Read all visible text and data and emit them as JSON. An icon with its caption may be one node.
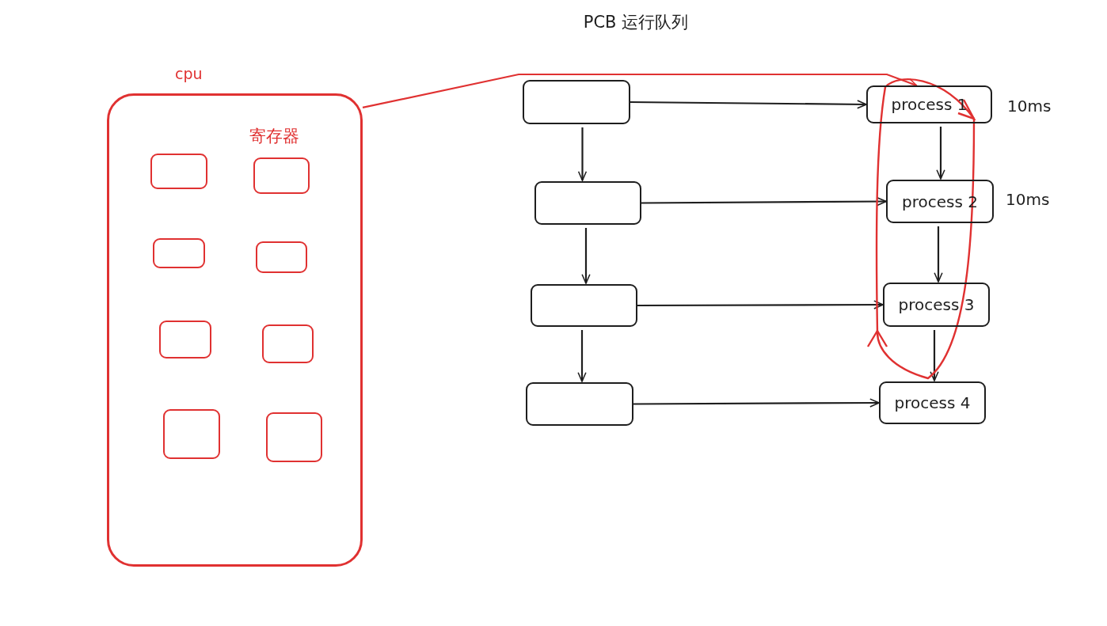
{
  "diagram": {
    "title": "PCB 运行队列",
    "nodes": [
      {
        "text": [
          "cpu"
        ]
      },
      {
        "text": [],
        "shape": "box",
        "in": 0
      },
      {
        "text": [],
        "shape": "box",
        "in": 0
      },
      {
        "text": [],
        "shape": "box",
        "in": 0
      },
      {
        "text": [],
        "shape": "box",
        "in": 0
      },
      {
        "text": [],
        "shape": "box",
        "in": 0
      },
      {
        "text": [],
        "shape": "box",
        "in": 0
      },
      {
        "text": [],
        "shape": "box",
        "in": 0
      },
      {
        "text": [],
        "shape": "box",
        "in": 0
      },
      {
        "text": [],
        "shape": "box"
      },
      {
        "text": [],
        "shape": "box"
      },
      {
        "text": [],
        "shape": "box"
      },
      {
        "text": [],
        "shape": "box"
      },
      {
        "text": [
          "process 1"
        ],
        "beside": [
          "10ms"
        ]
      },
      {
        "text": [
          "process 2"
        ],
        "beside": [
          "10ms"
        ]
      },
      {
        "text": [
          "process 3"
        ]
      },
      {
        "text": [
          "process 4"
        ]
      }
    ],
    "edges": [
      {
        "from": 0,
        "to": 13,
        "arrow": "to",
        "color": "#e03131"
      },
      {
        "from": 9,
        "to": 13,
        "arrow": "to"
      },
      {
        "from": 9,
        "to": 10,
        "arrow": "to"
      },
      {
        "from": 10,
        "to": 14,
        "arrow": "to"
      },
      {
        "from": 10,
        "to": 11,
        "arrow": "to"
      },
      {
        "from": 11,
        "to": 15,
        "arrow": "to"
      },
      {
        "from": 11,
        "to": 12,
        "arrow": "to"
      },
      {
        "from": 12,
        "to": 16,
        "arrow": "to"
      },
      {
        "from": 13,
        "to": 14,
        "arrow": "to"
      },
      {
        "from": 14,
        "to": 15,
        "arrow": "to"
      },
      {
        "from": 15,
        "to": 16,
        "arrow": "to"
      }
    ],
    "labels": [
      "寄存器"
    ]
  }
}
